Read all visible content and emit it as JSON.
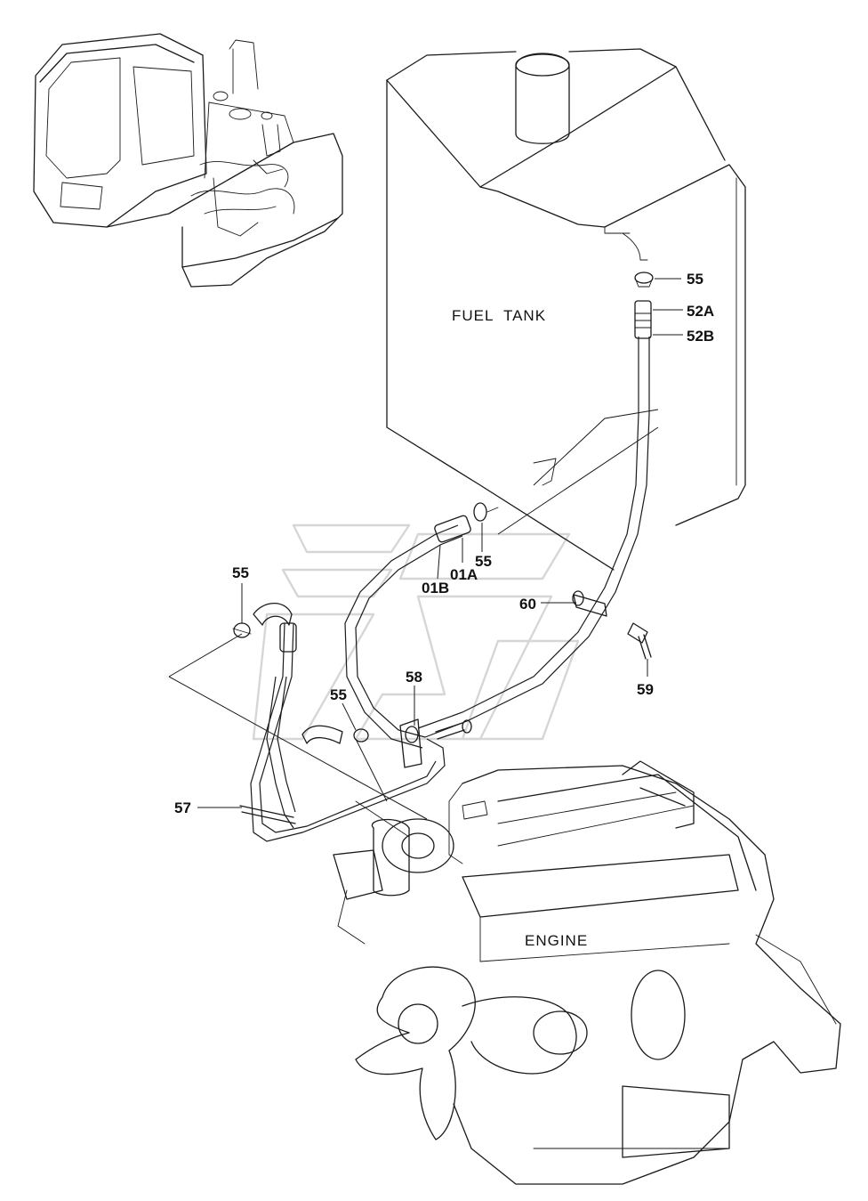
{
  "labels": {
    "fuel_tank": "FUEL  TANK",
    "engine": "ENGINE"
  },
  "callouts": {
    "c55_top": "55",
    "c52a": "52A",
    "c52b": "52B",
    "c55_mid": "55",
    "c01a": "01A",
    "c01b": "01B",
    "c60": "60",
    "c59": "59",
    "c55_left": "55",
    "c58": "58",
    "c55_low": "55",
    "c57": "57"
  }
}
